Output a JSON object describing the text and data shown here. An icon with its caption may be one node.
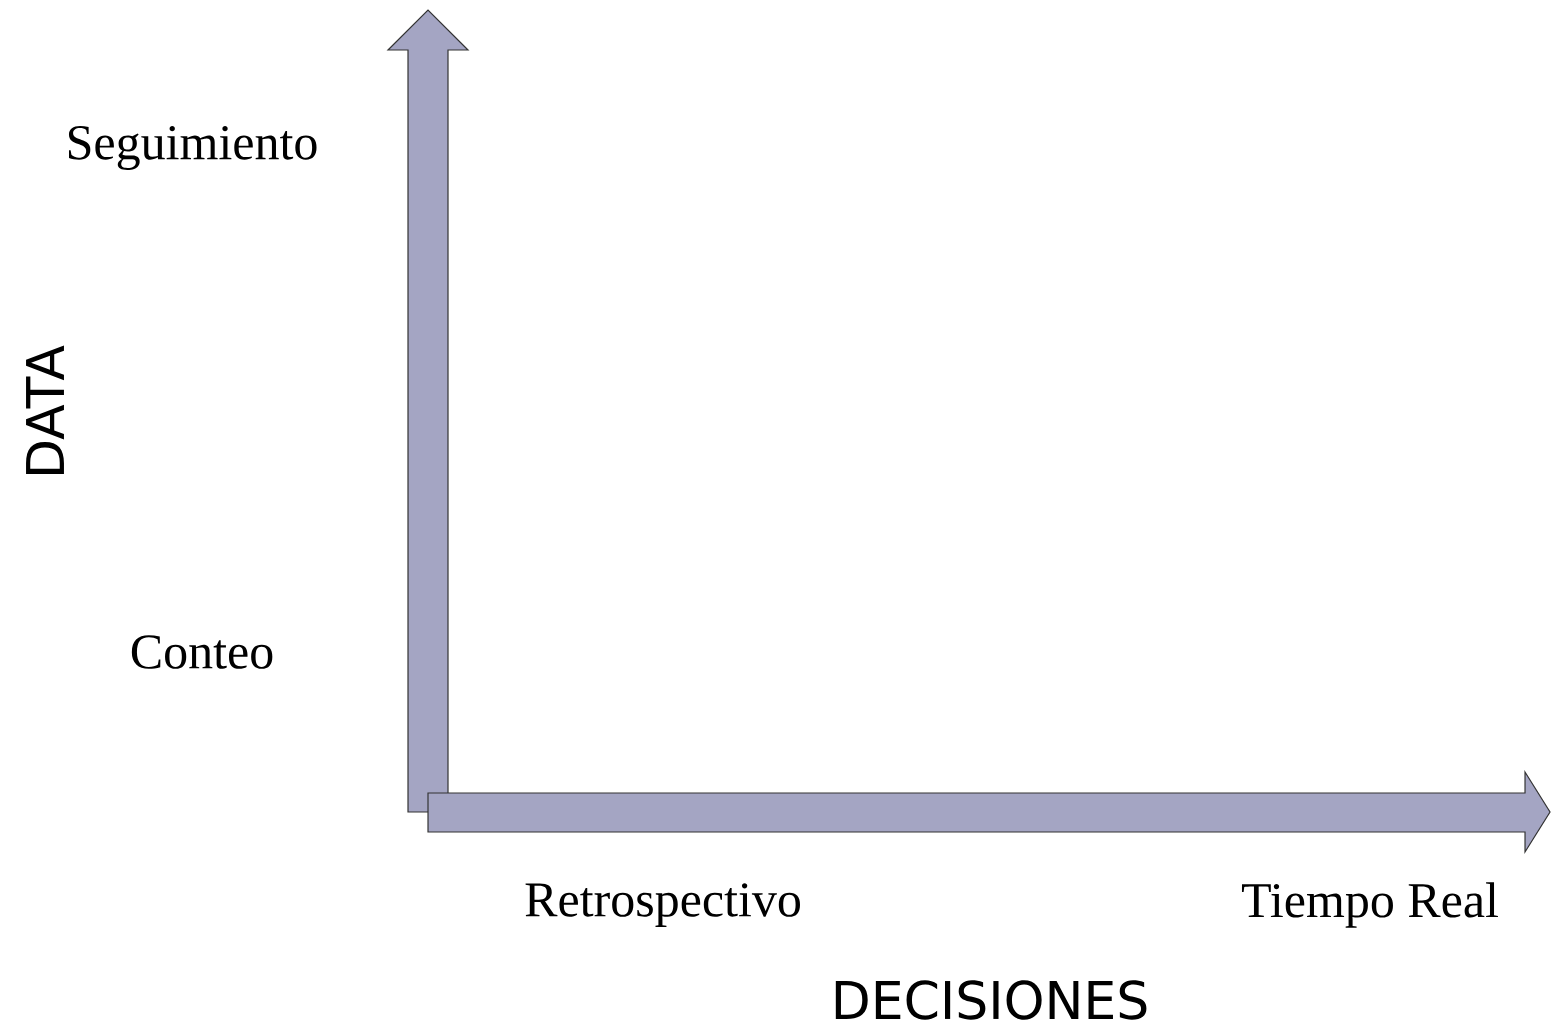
{
  "diagram": {
    "labels": [
      "Seguimiento",
      "DATA",
      "Conteo",
      "Retrospectivo",
      "Tiempo Real",
      "DECISIONES"
    ]
  }
}
